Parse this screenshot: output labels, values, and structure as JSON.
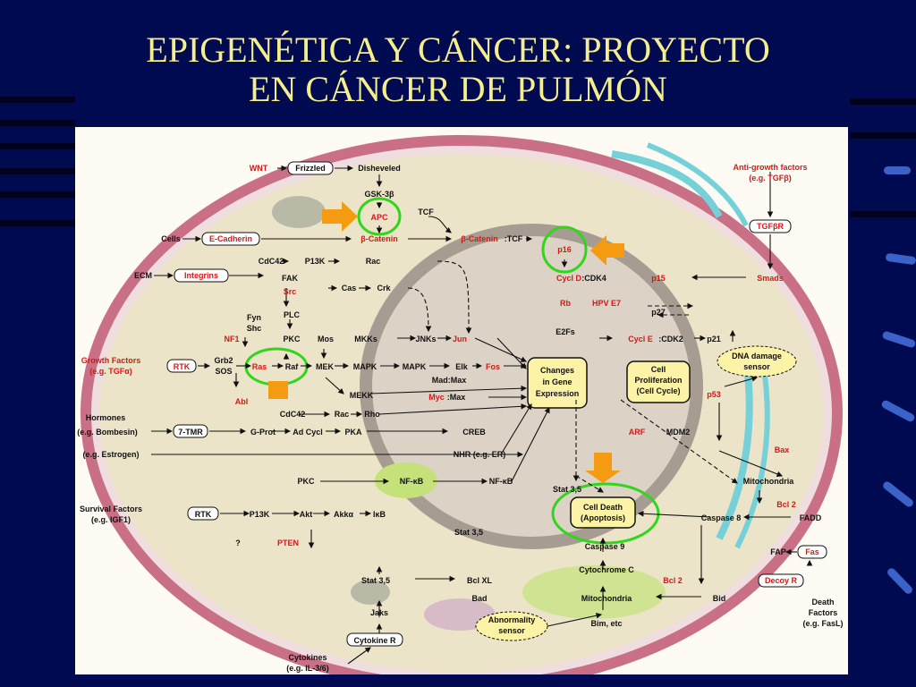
{
  "slide": {
    "title_line1": "EPIGENÉTICA Y CÁNCER: PROYECTO",
    "title_line2": "EN CÁNCER DE PULMÓN"
  },
  "colors": {
    "background": "#000a50",
    "title": "#f4ee8c",
    "highlight_circle": "#2fd61c",
    "arrow": "#f59b12",
    "red_label": "#d21a1a"
  },
  "diagram": {
    "nodes": [
      {
        "id": "wnt",
        "text": "WNT",
        "red": true
      },
      {
        "id": "frizzled",
        "text": "Frizzled"
      },
      {
        "id": "disheveled",
        "text": "Disheveled"
      },
      {
        "id": "gsk3b",
        "text": "GSK-3β"
      },
      {
        "id": "apc",
        "text": "APC",
        "red": true
      },
      {
        "id": "tcf",
        "text": "TCF"
      },
      {
        "id": "cells",
        "text": "Cells"
      },
      {
        "id": "ecadherin",
        "text": "E-Cadherin",
        "red": true
      },
      {
        "id": "bcatenin",
        "text": "β-Catenin",
        "red": true
      },
      {
        "id": "bcatenin_tcf_a",
        "text": "β-Catenin",
        "red": true
      },
      {
        "id": "bcatenin_tcf_b",
        "text": ":TCF"
      },
      {
        "id": "antigrowth1",
        "text": "Anti-growth factors",
        "red": true
      },
      {
        "id": "antigrowth2",
        "text": "(e.g. TGFβ)",
        "red": true
      },
      {
        "id": "tgfbr",
        "text": "TGFβR",
        "red": true
      },
      {
        "id": "ecm",
        "text": "ECM"
      },
      {
        "id": "integrins",
        "text": "Integrins",
        "red": true
      },
      {
        "id": "cdc42a",
        "text": "CdC42"
      },
      {
        "id": "p13k_top",
        "text": "P13K"
      },
      {
        "id": "rac_top",
        "text": "Rac"
      },
      {
        "id": "p16",
        "text": "p16",
        "red": true
      },
      {
        "id": "cycld_a",
        "text": "Cycl D",
        "red": true
      },
      {
        "id": "cycld_b",
        "text": ":CDK4"
      },
      {
        "id": "p15",
        "text": "p15",
        "red": true
      },
      {
        "id": "smads",
        "text": "Smads",
        "red": true
      },
      {
        "id": "fak",
        "text": "FAK"
      },
      {
        "id": "src",
        "text": "Src",
        "red": true
      },
      {
        "id": "cas",
        "text": "Cas"
      },
      {
        "id": "crk",
        "text": "Crk"
      },
      {
        "id": "rb",
        "text": "Rb",
        "red": true
      },
      {
        "id": "hpve7",
        "text": "HPV E7",
        "red": true
      },
      {
        "id": "fyn",
        "text": "Fyn"
      },
      {
        "id": "shc",
        "text": "Shc"
      },
      {
        "id": "plc",
        "text": "PLC"
      },
      {
        "id": "p27",
        "text": "p27"
      },
      {
        "id": "nf1",
        "text": "NF1",
        "red": true
      },
      {
        "id": "pkc_top",
        "text": "PKC"
      },
      {
        "id": "mos",
        "text": "Mos"
      },
      {
        "id": "mkks",
        "text": "MKKs"
      },
      {
        "id": "jnks",
        "text": "JNKs"
      },
      {
        "id": "jun",
        "text": "Jun",
        "red": true
      },
      {
        "id": "e2fs",
        "text": "E2Fs"
      },
      {
        "id": "cycle_a",
        "text": "Cycl E",
        "red": true
      },
      {
        "id": "cycle_b",
        "text": ":CDK2"
      },
      {
        "id": "p21",
        "text": "p21"
      },
      {
        "id": "growth1",
        "text": "Growth Factors",
        "red": true
      },
      {
        "id": "growth2",
        "text": "(e.g. TGFα)",
        "red": true
      },
      {
        "id": "rtk_top",
        "text": "RTK",
        "red": true
      },
      {
        "id": "grb2",
        "text": "Grb2"
      },
      {
        "id": "sos",
        "text": "SOS"
      },
      {
        "id": "ras",
        "text": "Ras",
        "red": true
      },
      {
        "id": "raf",
        "text": "Raf"
      },
      {
        "id": "mek",
        "text": "MEK"
      },
      {
        "id": "mapk_a",
        "text": "MAPK"
      },
      {
        "id": "mapk_b",
        "text": "MAPK"
      },
      {
        "id": "elk",
        "text": "Elk"
      },
      {
        "id": "fos",
        "text": "Fos",
        "red": true
      },
      {
        "id": "changes1",
        "text": "Changes"
      },
      {
        "id": "changes2",
        "text": "in Gene"
      },
      {
        "id": "changes3",
        "text": "Expression"
      },
      {
        "id": "prolif1",
        "text": "Cell"
      },
      {
        "id": "prolif2",
        "text": "Proliferation"
      },
      {
        "id": "prolif3",
        "text": "(Cell Cycle)"
      },
      {
        "id": "dnadamage1",
        "text": "DNA damage"
      },
      {
        "id": "dnadamage2",
        "text": "sensor"
      },
      {
        "id": "madmax",
        "text": "Mad:Max"
      },
      {
        "id": "abl",
        "text": "Abl",
        "red": true
      },
      {
        "id": "mekk",
        "text": "MEKK"
      },
      {
        "id": "myc_a",
        "text": "Myc",
        "red": true
      },
      {
        "id": "myc_b",
        "text": ":Max"
      },
      {
        "id": "p53",
        "text": "p53",
        "red": true
      },
      {
        "id": "hormones1",
        "text": "Hormones"
      },
      {
        "id": "hormones2",
        "text": "(e.g. Bombesin)"
      },
      {
        "id": "tmr7",
        "text": "7-TMR"
      },
      {
        "id": "cdc42b",
        "text": "CdC42"
      },
      {
        "id": "rac_mid",
        "text": "Rac"
      },
      {
        "id": "rho",
        "text": "Rho"
      },
      {
        "id": "creb",
        "text": "CREB"
      },
      {
        "id": "arf",
        "text": "ARF",
        "red": true
      },
      {
        "id": "mdm2",
        "text": "MDM2"
      },
      {
        "id": "gprot",
        "text": "G-Prot"
      },
      {
        "id": "adcycl",
        "text": "Ad Cycl"
      },
      {
        "id": "pka",
        "text": "PKA"
      },
      {
        "id": "estrogen",
        "text": "(e.g. Estrogen)"
      },
      {
        "id": "nhr",
        "text": "NHR (e.g. ER)"
      },
      {
        "id": "bax",
        "text": "Bax",
        "red": true
      },
      {
        "id": "pkc_bot",
        "text": "PKC"
      },
      {
        "id": "nfkb_a",
        "text": "NF-κB"
      },
      {
        "id": "nfkb_b",
        "text": "NF-κB"
      },
      {
        "id": "stat35_a",
        "text": "Stat 3,5"
      },
      {
        "id": "mito_top",
        "text": "Mitochondria"
      },
      {
        "id": "survival1",
        "text": "Survival Factors"
      },
      {
        "id": "survival2",
        "text": "(e.g. IGF1)"
      },
      {
        "id": "rtk_bot",
        "text": "RTK"
      },
      {
        "id": "p13k_bot",
        "text": "P13K"
      },
      {
        "id": "akt",
        "text": "Akt"
      },
      {
        "id": "akka",
        "text": "Akkα"
      },
      {
        "id": "ikb",
        "text": "IκB"
      },
      {
        "id": "death1",
        "text": "Cell Death"
      },
      {
        "id": "death2",
        "text": "(Apoptosis)"
      },
      {
        "id": "bcl2_a",
        "text": "Bcl 2",
        "red": true
      },
      {
        "id": "caspase8",
        "text": "Caspase 8"
      },
      {
        "id": "fadd",
        "text": "FADD"
      },
      {
        "id": "qmark",
        "text": "?"
      },
      {
        "id": "stat35_b",
        "text": "Stat 3,5"
      },
      {
        "id": "caspase9",
        "text": "Caspase 9"
      },
      {
        "id": "pten",
        "text": "PTEN",
        "red": true
      },
      {
        "id": "fap",
        "text": "FAP"
      },
      {
        "id": "fas",
        "text": "Fas",
        "red": true
      },
      {
        "id": "cytc",
        "text": "Cytochrome C"
      },
      {
        "id": "stat35_c",
        "text": "Stat 3,5"
      },
      {
        "id": "bclxl",
        "text": "Bcl XL"
      },
      {
        "id": "bcl2_b",
        "text": "Bcl 2",
        "red": true
      },
      {
        "id": "decoyr",
        "text": "Decoy R",
        "red": true
      },
      {
        "id": "bad",
        "text": "Bad"
      },
      {
        "id": "mito_bot",
        "text": "Mitochondria"
      },
      {
        "id": "bid",
        "text": "Bid"
      },
      {
        "id": "deathf1",
        "text": "Death"
      },
      {
        "id": "deathf2",
        "text": "Factors"
      },
      {
        "id": "deathf3",
        "text": "(e.g. FasL)"
      },
      {
        "id": "jaks",
        "text": "Jaks"
      },
      {
        "id": "abnorm1",
        "text": "Abnormality"
      },
      {
        "id": "abnorm2",
        "text": "sensor"
      },
      {
        "id": "bim",
        "text": "Bim, etc"
      },
      {
        "id": "cytokiner",
        "text": "Cytokine R"
      },
      {
        "id": "cytokines1",
        "text": "Cytokines"
      },
      {
        "id": "cytokines2",
        "text": "(e.g. IL-3/6)"
      }
    ]
  }
}
